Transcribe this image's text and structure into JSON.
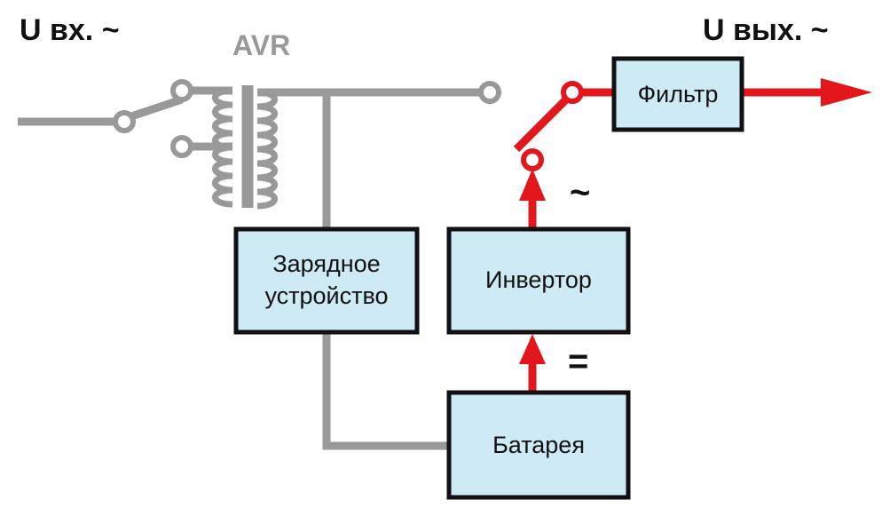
{
  "labels": {
    "input": "U вх. ~",
    "output": "U вых. ~",
    "avr": "AVR",
    "ac_symbol": "~",
    "dc_symbol": "="
  },
  "blocks": {
    "charger_line1": "Зарядное",
    "charger_line2": "устройство",
    "inverter": "Инвертор",
    "battery": "Батарея",
    "filter": "Фильтр"
  },
  "colors": {
    "wire_gray": "#999999",
    "wire_red": "#e3161b",
    "box_fill": "#cdeaf5",
    "box_stroke": "#111111"
  }
}
